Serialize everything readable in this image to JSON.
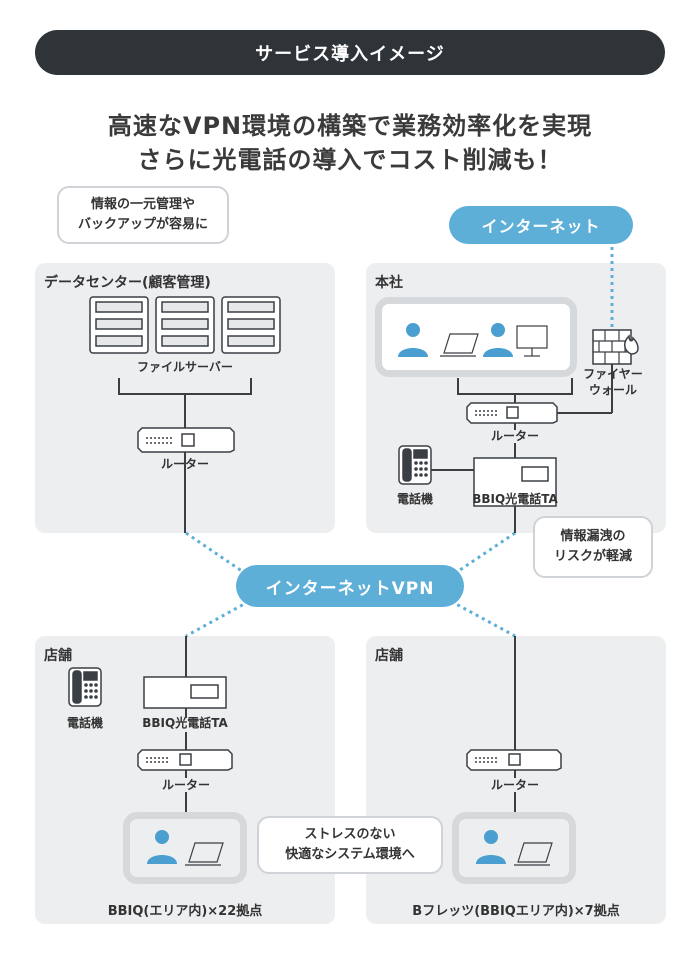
{
  "header": {
    "title": "サービス導入イメージ"
  },
  "headline": {
    "line1": "高速なVPN環境の構築で業務効率化を実現",
    "line2": "さらに光電話の導入でコスト削減も！"
  },
  "datacenter": {
    "title": "データセンター(顧客管理)",
    "bubble_line1": "情報の一元管理や",
    "bubble_line2": "バックアップが容易に",
    "server_label": "ファイルサーバー",
    "router_label": "ルーター"
  },
  "internet": {
    "label": "インターネット"
  },
  "honsha": {
    "title": "本社",
    "firewall_line1": "ファイヤー",
    "firewall_line2": "ウォール",
    "router_label": "ルーター",
    "phone_label": "電話機",
    "ta_label": "BBIQ光電話TA",
    "bubble_line1": "情報漏洩の",
    "bubble_line2": "リスクが軽減"
  },
  "vpn": {
    "label": "インターネットVPN"
  },
  "store_left": {
    "title": "店舗",
    "phone_label": "電話機",
    "ta_label": "BBIQ光電話TA",
    "router_label": "ルーター",
    "footer": "BBIQ(エリア内)×22拠点"
  },
  "store_right": {
    "title": "店舗",
    "router_label": "ルーター",
    "footer": "Bフレッツ(BBIQエリア内)×7拠点"
  },
  "center_bubble": {
    "line1": "ストレスのない",
    "line2": "快適なシステム環境へ"
  },
  "colors": {
    "accent": "#5eafd8",
    "dark": "#2f3438",
    "panel": "#edeef0",
    "person": "#4a9fd0"
  }
}
